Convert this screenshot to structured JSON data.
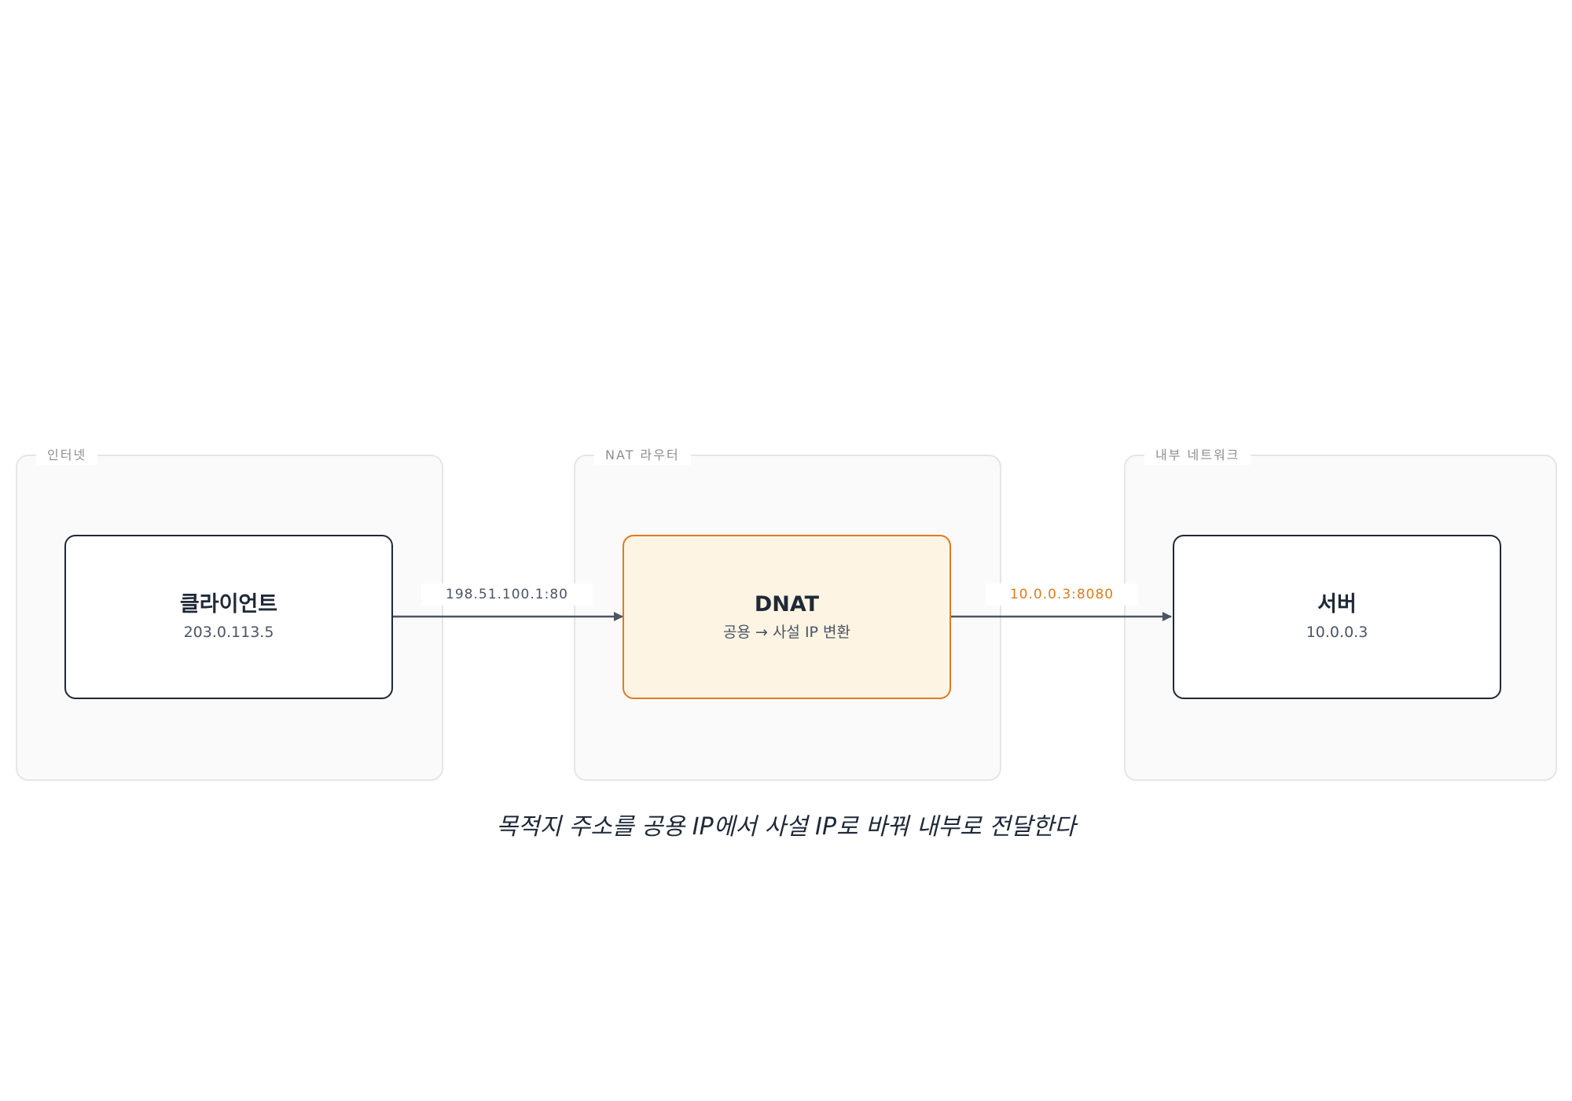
{
  "zones": {
    "internet": {
      "label": "인터넷"
    },
    "router": {
      "label": "NAT 라우터"
    },
    "internal": {
      "label": "내부 네트워크"
    }
  },
  "nodes": {
    "client": {
      "title": "클라이언트",
      "sub": "203.0.113.5"
    },
    "dnat": {
      "title": "DNAT",
      "sub": "공용 → 사설 IP 변환"
    },
    "server": {
      "title": "서버",
      "sub": "10.0.0.3"
    }
  },
  "edges": {
    "client_to_dnat": {
      "label": "198.51.100.1:80"
    },
    "dnat_to_server": {
      "label": "10.0.0.3:8080"
    }
  },
  "caption": "목적지 주소를 공용 IP에서 사설 IP로 바꿔 내부로 전달한다",
  "colors": {
    "accent": "#e07b1f",
    "ink": "#1f2937",
    "edge": "#4b5563",
    "highlight_fill": "#fdf4e4"
  }
}
